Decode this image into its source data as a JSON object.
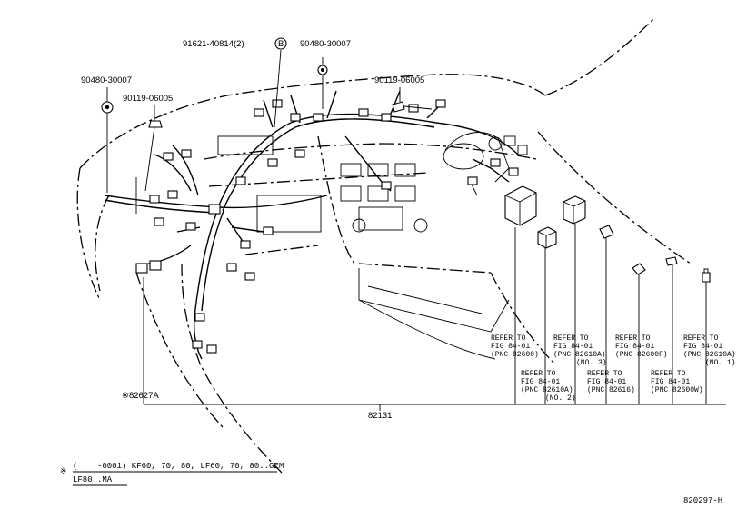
{
  "figure_id": "820297-H",
  "callouts": {
    "clamp_b_part": "91621-40814(2)",
    "clamp_b_letter": "B",
    "grommet_top": "90480-30007",
    "grommet_left": "90480-30007",
    "clip_left": "90119-06005",
    "clip_right": "90119-06005",
    "harness_main": "82131",
    "harness_sub": "※82627A"
  },
  "refer_notes": [
    {
      "line1": "REFER TO",
      "line2": "FIG 84-01",
      "line3": "(PNC 82600)",
      "line4": ""
    },
    {
      "line1": "REFER TO",
      "line2": "FIG 84-01",
      "line3": "(PNC 82610A)",
      "line4": "(NO. 2)"
    },
    {
      "line1": "REFER TO",
      "line2": "FIG 84-01",
      "line3": "(PNC 82610A)",
      "line4": "(NO. 3)"
    },
    {
      "line1": "REFER TO",
      "line2": "FIG 84-01",
      "line3": "(PNC 82616)",
      "line4": ""
    },
    {
      "line1": "REFER TO",
      "line2": "FIG 84-01",
      "line3": "(PNC 82600F)",
      "line4": ""
    },
    {
      "line1": "REFER TO",
      "line2": "FIG 84-01",
      "line3": "(PNC 82600W)",
      "line4": ""
    },
    {
      "line1": "REFER TO",
      "line2": "FIG 84-01",
      "line3": "(PNC 82610A)",
      "line4": "(NO. 1)"
    }
  ],
  "footnote": {
    "mark": "※",
    "line1": "(    -0001) KF60, 70, 80, LF60, 70, 80..GEM",
    "line2": "LF80..MA"
  }
}
